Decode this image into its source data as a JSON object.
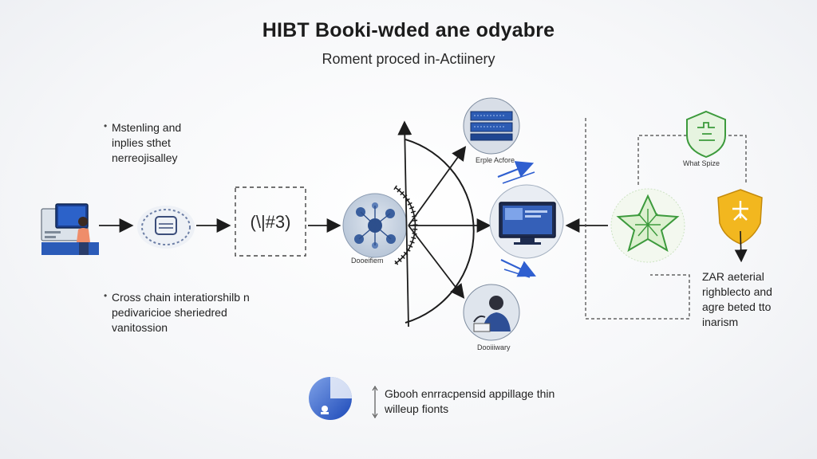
{
  "header": {
    "title": "HIBT Booki-wded ane odyabre",
    "subtitle": "Roment proced in-Actiinery"
  },
  "notes": {
    "top_left": [
      "Mstenling and",
      "inplies sthet",
      "nerreojisalley"
    ],
    "bottom_left": [
      "Cross chain interatiorshilb n",
      "pedivaricioe sheriedred",
      "vanitossion"
    ],
    "right": [
      "ZAR aeterial",
      "righblecto and",
      "agre beted tto",
      "inarism"
    ],
    "bottom_center": [
      "Gbooh enrracpensid appillage thin",
      "willeup fionts"
    ]
  },
  "labels": {
    "hub": "Dooeifiem",
    "server": "Erple Acfore",
    "person": "Dooiiiwary",
    "shield": "What Spize"
  },
  "icons": {
    "laptop_user": "laptop-user-icon",
    "chain_badge": "chain-badge-icon",
    "code_box": "code-box-icon",
    "network_hub": "network-hub-icon",
    "server_rack": "server-rack-icon",
    "monitor": "monitor-icon",
    "person_thinking": "person-thinking-icon",
    "green_star": "green-star-icon",
    "shield_badge": "shield-badge-icon",
    "gold_shield": "gold-shield-icon",
    "blue_disc": "blue-disc-icon"
  },
  "colors": {
    "accent_blue": "#2f5fd0",
    "green": "#3c9a3c",
    "gold": "#f2b71f",
    "dark": "#1c1c1c"
  }
}
